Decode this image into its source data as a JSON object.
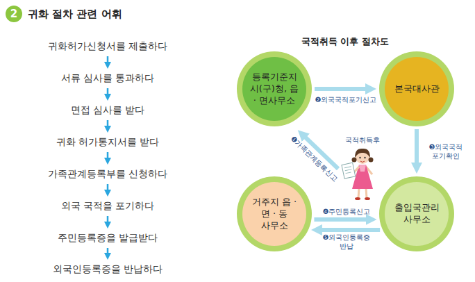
{
  "diagram": {
    "title": "귀화 절차 관련 어휘",
    "nodes": [
      {
        "text": [
          "귀화허가신청서를 제출하다"
        ]
      },
      {
        "text": [
          "서류 심사를 통과하다"
        ]
      },
      {
        "text": [
          "면접 심사를 받다"
        ]
      },
      {
        "text": [
          "귀화 허가통지서를 받다"
        ]
      },
      {
        "text": [
          "가족관계등록부를 신청하다"
        ]
      },
      {
        "text": [
          "외국 국적을 포기하다"
        ]
      },
      {
        "text": [
          "주민등록증을 발급받다"
        ]
      },
      {
        "text": [
          "외국인등록증을 반납하다"
        ]
      },
      {
        "text": [
          "등록기준지 시(구)청, 읍 · 면사무소"
        ]
      },
      {
        "text": [
          "본국대사관"
        ]
      },
      {
        "text": [
          "거주지 읍 · 면 · 동 사무소"
        ]
      },
      {
        "text": [
          "출입국관리 사무소"
        ]
      }
    ],
    "edges": [
      {
        "from": 0,
        "to": 1,
        "arrow": "to"
      },
      {
        "from": 1,
        "to": 2,
        "arrow": "to"
      },
      {
        "from": 2,
        "to": 3,
        "arrow": "to"
      },
      {
        "from": 3,
        "to": 4,
        "arrow": "to"
      },
      {
        "from": 4,
        "to": 5,
        "arrow": "to"
      },
      {
        "from": 5,
        "to": 6,
        "arrow": "to"
      },
      {
        "from": 6,
        "to": 7,
        "arrow": "to"
      },
      {
        "from": 8,
        "to": 9,
        "arrow": "to",
        "label": "❷외국국적포기신고"
      },
      {
        "from": 9,
        "to": 11,
        "arrow": "to",
        "label": "❸외국국적 포기확인"
      },
      {
        "from": 10,
        "to": 11,
        "arrow": "to",
        "label": "❹주민등록신고"
      },
      {
        "from": 11,
        "to": 10,
        "arrow": "to",
        "label": "❺외국인등록증 반납"
      }
    ],
    "labels": [
      "2",
      "국적취득 이후 절차도",
      "국적취득후",
      "❶가족관계등록신고"
    ]
  }
}
